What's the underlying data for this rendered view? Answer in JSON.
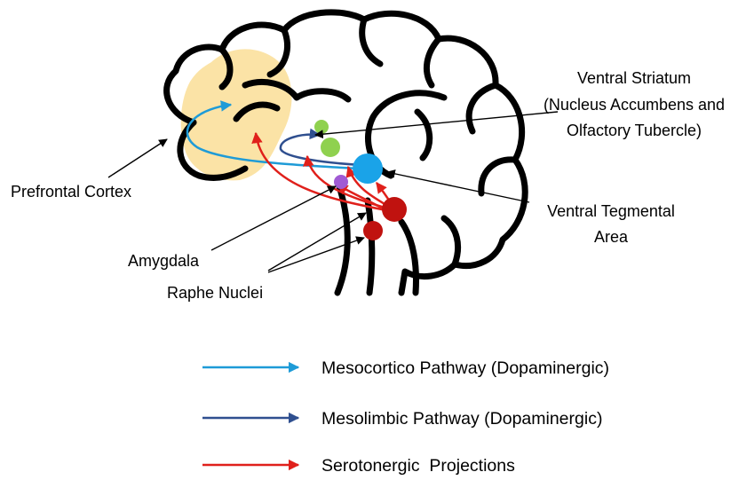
{
  "labels": {
    "prefrontal_cortex": "Prefrontal Cortex",
    "amygdala": "Amygdala",
    "raphe_nuclei": "Raphe Nuclei",
    "ventral_striatum_line1": "Ventral Striatum",
    "ventral_striatum_line2": "(Nucleus Accumbens and",
    "ventral_striatum_line3": "Olfactory Tubercle)",
    "vta_line1": "Ventral Tegmental",
    "vta_line2": "Area"
  },
  "legend": [
    {
      "label": "Mesocortico Pathway (Dopaminergic)",
      "color": "#1e9bd7"
    },
    {
      "label": "Mesolimbic Pathway (Dopaminergic)",
      "color": "#2f4f8f"
    },
    {
      "label": "Serotonergic  Projections",
      "color": "#e0201b"
    }
  ],
  "colors": {
    "prefrontal_fill": "#fbe3a6",
    "striatum": "#8fd14f",
    "vta": "#1aa3e8",
    "amygdala": "#a05ad4",
    "raphe": "#c0120f"
  }
}
